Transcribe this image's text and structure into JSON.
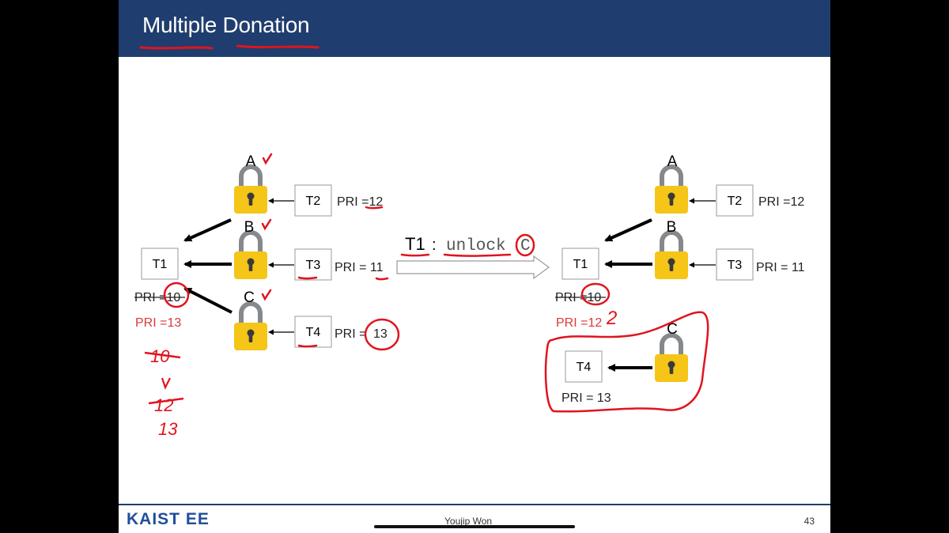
{
  "slide": {
    "title": "Multiple Donation",
    "logo": "KAIST EE",
    "author": "Youjip Won",
    "page_number": "43"
  },
  "left": {
    "locks": {
      "a": "A",
      "b": "B",
      "c": "C"
    },
    "threads": {
      "t1": "T1",
      "t2": "T2",
      "t3": "T3",
      "t4": "T4"
    },
    "pri": {
      "t2": "PRI =12",
      "t3": "PRI = 11",
      "t4_prefix": "PRI =",
      "t4_value": "13",
      "t1_old": "PRI =10",
      "t1_new": "PRI =13"
    },
    "handwritten": [
      "10",
      "12",
      "13"
    ]
  },
  "transition": {
    "thread": "T1",
    "separator": ":",
    "op": "unlock",
    "arg": "C"
  },
  "right": {
    "locks": {
      "a": "A",
      "b": "B",
      "c": "C"
    },
    "threads": {
      "t1": "T1",
      "t2": "T2",
      "t3": "T3",
      "t4": "T4"
    },
    "pri": {
      "t2": "PRI =12",
      "t3": "PRI = 11",
      "t4": "PRI = 13",
      "t1_old": "PRI =10",
      "t1_new": "PRI =12"
    },
    "handwritten_digit": "2"
  },
  "colors": {
    "header": "#1f3d6e",
    "lock_body": "#f5c518",
    "lock_shackle": "#8a8a8a",
    "annotation": "#e0141e",
    "priority_red": "#d93a3a"
  }
}
